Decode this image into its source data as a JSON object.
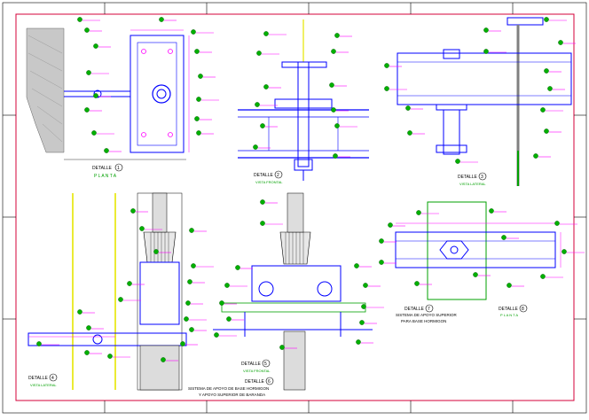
{
  "colors": {
    "background": "#ffffff",
    "border": "#d4003a",
    "steel": "#0000ff",
    "magenta": "#ff00ff",
    "green": "#00a000",
    "yellow": "#e6e600",
    "black": "#000000",
    "gray": "#808080"
  },
  "details": {
    "d1": {
      "title": "DETALLE",
      "num": "1",
      "sub": "P L A N T A"
    },
    "d2": {
      "title": "DETALLE",
      "num": "2",
      "sub": "VISTA FRONTAL"
    },
    "d3": {
      "title": "DETALLE",
      "num": "3",
      "sub": "VISTA LATERAL"
    },
    "d4": {
      "title": "DETALLE",
      "num": "4",
      "sub": "VISTA LATERAL"
    },
    "d5": {
      "title": "DETALLE",
      "num": "5",
      "sub": "VISTA FRONTAL"
    },
    "d6": {
      "title": "DETALLE",
      "num": "6",
      "line1": "SISTEMA DE APOYO DE BASE HORMIGON",
      "line2": "Y APOYO SUPERIOR DE BARANDA"
    },
    "d7": {
      "title": "DETALLE",
      "num": "7",
      "line1": "SISTEMA DE APOYO SUPERIOR",
      "line2": "PARA BASE HORMIGON"
    },
    "d8": {
      "title": "DETALLE",
      "num": "8",
      "sub": "P L A N T A"
    }
  }
}
